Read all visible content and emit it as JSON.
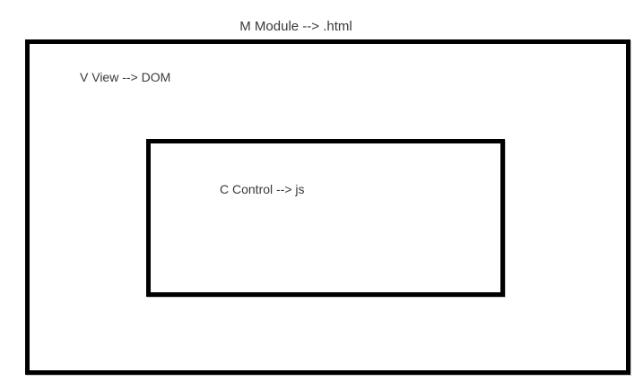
{
  "diagram": {
    "module_label": "M Module --> .html",
    "view_label": "V View --> DOM",
    "control_label": "C Control --> js",
    "border_color": "#000000",
    "text_color": "#3a3a3a",
    "background_color": "#ffffff"
  }
}
